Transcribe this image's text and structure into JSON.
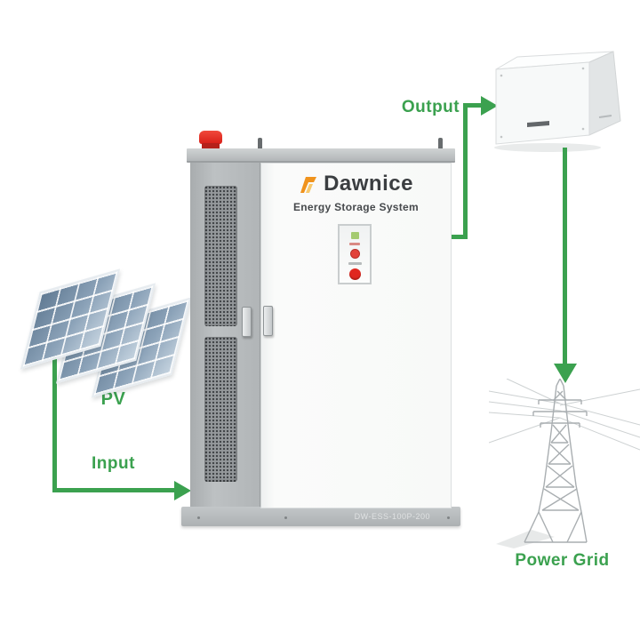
{
  "brand": {
    "name": "Dawnice",
    "subtitle": "Energy Storage System",
    "model": "DW-ESS-100P-200"
  },
  "labels": {
    "pv": "PV",
    "input": "Input",
    "output": "Output",
    "power_grid": "Power Grid"
  },
  "flows": [
    {
      "id": "input",
      "label": "Input",
      "from": "pv-array",
      "to": "ess-cabinet"
    },
    {
      "id": "output",
      "label": "Output",
      "from": "ess-cabinet",
      "to": "distribution-box"
    },
    {
      "id": "grid-feed",
      "label": "",
      "from": "distribution-box",
      "to": "power-grid"
    }
  ],
  "colors": {
    "flow_green": "#3ba14f",
    "logo_orange": "#f0931d",
    "logo_orange_light": "#f8c96d",
    "brand_text": "#3b3e41",
    "emergency_red": "#e0271f",
    "cabinet_gray": "#b4b8ba",
    "cabinet_white": "#f8f9f8",
    "panel_blue": "#8ba2b8"
  }
}
